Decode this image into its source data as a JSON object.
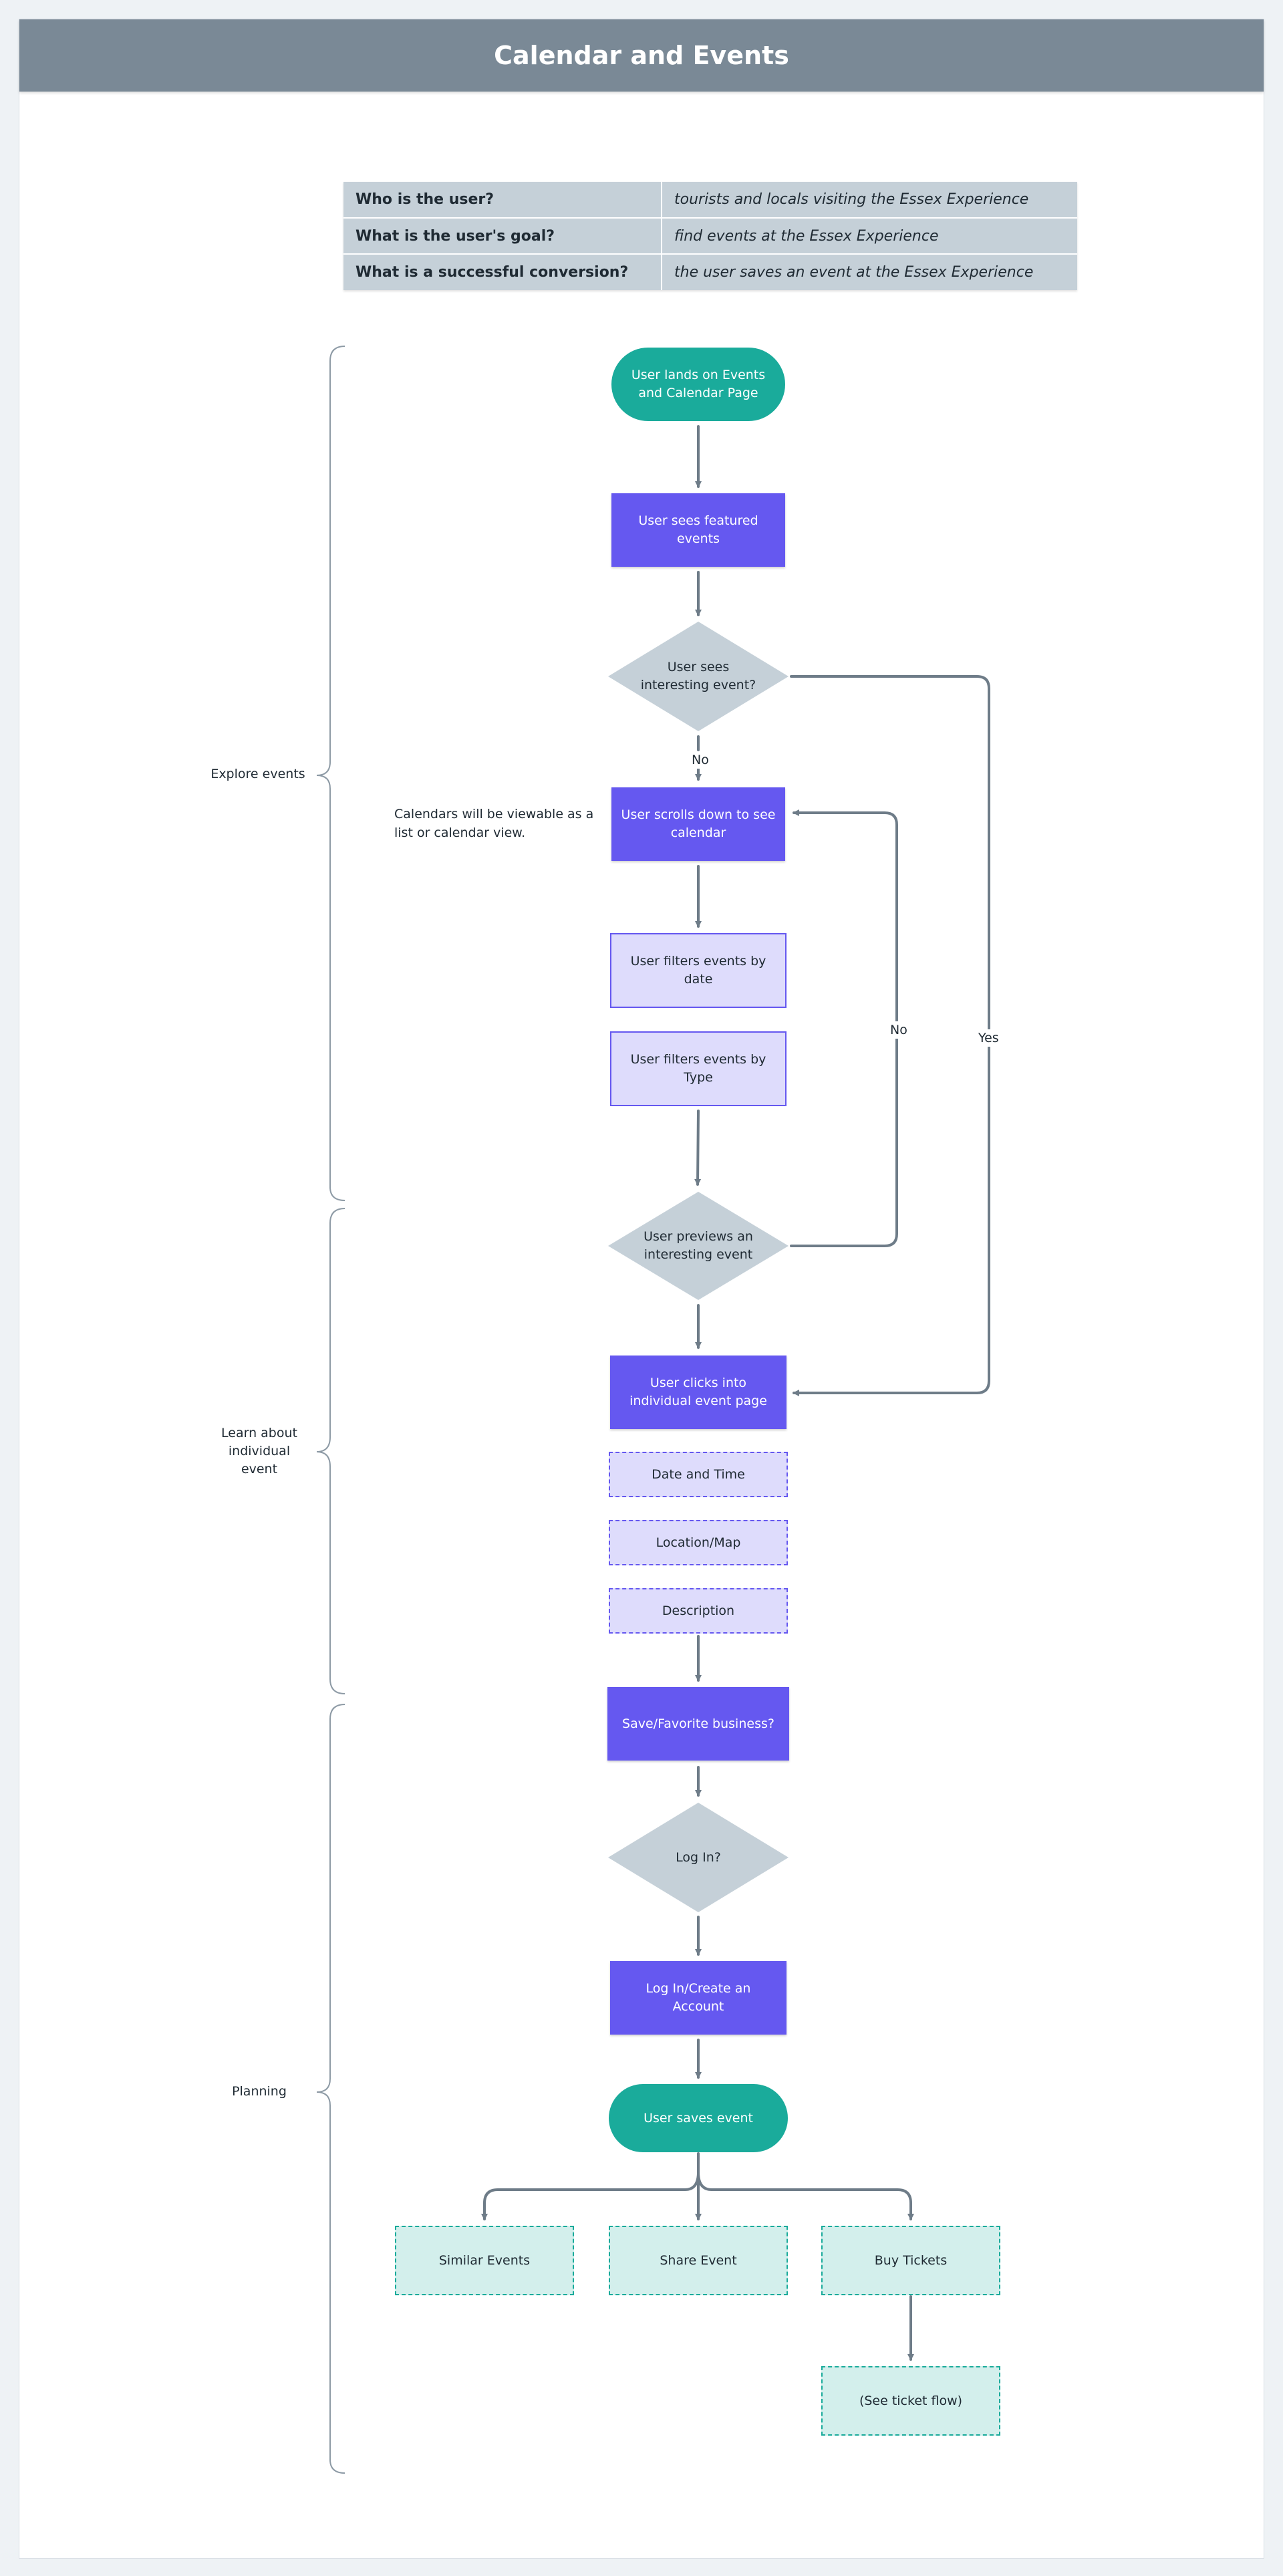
{
  "title": "Calendar and Events",
  "table": [
    {
      "q": "Who is the user?",
      "a": "tourists and locals visiting the Essex Experience"
    },
    {
      "q": "What is the user's goal?",
      "a": "find events at the Essex Experience"
    },
    {
      "q": "What is a successful conversion?",
      "a": "the user saves an event at the Essex Experience"
    }
  ],
  "sections": {
    "explore": "Explore events",
    "learn": "Learn about individual event",
    "planning": "Planning"
  },
  "note": "Calendars will be viewable as a list or calendar view.",
  "nodes": {
    "landing": "User lands on Events and Calendar Page",
    "featured": "User sees featured events",
    "interesting": "User sees interesting event?",
    "scrolls": "User scrolls down to see calendar",
    "filter_date": "User filters events by date",
    "filter_type": "User filters events by Type",
    "previews": "User previews an interesting event",
    "clicks": "User clicks into individual event page",
    "date_time": "Date and Time",
    "location": "Location/Map",
    "description": "Description",
    "save_fav": "Save/Favorite business?",
    "login_q": "Log In?",
    "login_create": "Log In/Create an Account",
    "saves": "User saves event",
    "similar": "Similar Events",
    "share": "Share Event",
    "buy": "Buy Tickets",
    "ticket_flow": "(See ticket flow)"
  },
  "edge_labels": {
    "no_down": "No",
    "no_loop": "No",
    "yes_loop": "Yes"
  },
  "colors": {
    "header": "#7a8996",
    "terminal": "#1aab9b",
    "process": "#6558f0",
    "decision": "#c5d0d8",
    "connector": "#6e7c88"
  }
}
